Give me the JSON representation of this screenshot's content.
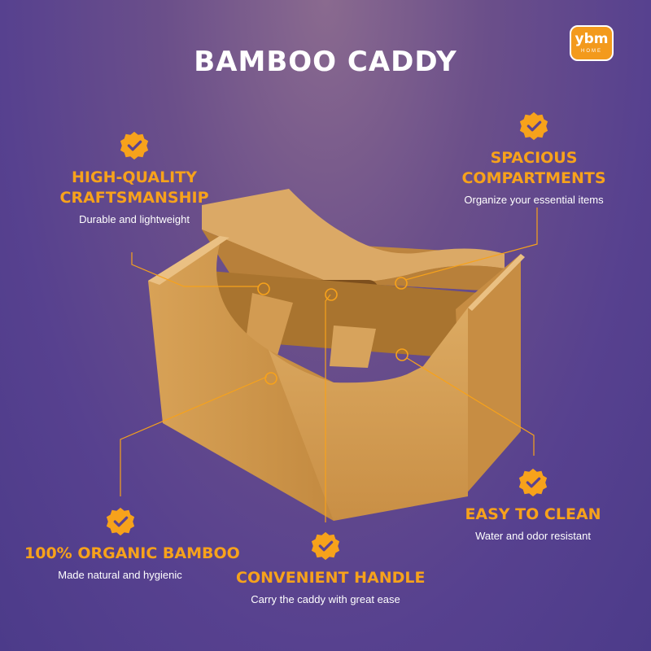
{
  "title": "BAMBOO CADDY",
  "logo": {
    "main": "ybm",
    "sub": "HOME"
  },
  "colors": {
    "accent": "#f7a21b",
    "background": "#5a4390",
    "wood": "#d9a55a"
  },
  "features": {
    "craftsmanship": {
      "icon": "check-badge-icon",
      "heading_line1": "HIGH-QUALITY",
      "heading_line2": "CRAFTSMANSHIP",
      "description": "Durable and lightweight"
    },
    "compartments": {
      "icon": "check-badge-icon",
      "heading_line1": "SPACIOUS",
      "heading_line2": "COMPARTMENTS",
      "description": "Organize your essential items"
    },
    "bamboo": {
      "icon": "check-badge-icon",
      "heading": "100% ORGANIC BAMBOO",
      "description": "Made natural and hygienic"
    },
    "handle": {
      "icon": "check-badge-icon",
      "heading": "CONVENIENT HANDLE",
      "description": "Carry the caddy with great ease"
    },
    "clean": {
      "icon": "check-badge-icon",
      "heading": "EASY TO CLEAN",
      "description": "Water and odor resistant"
    }
  }
}
